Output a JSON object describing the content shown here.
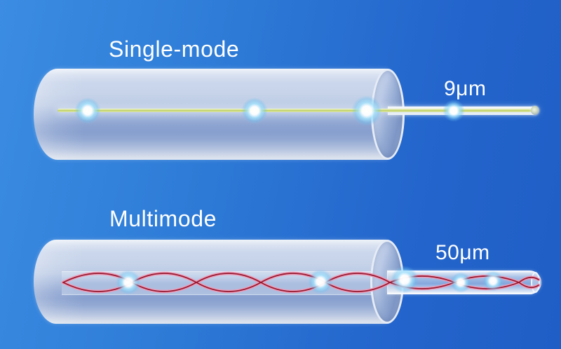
{
  "diagram": {
    "background_colors": {
      "left": "#3b8ce2",
      "right": "#1f5ec5"
    },
    "cladding_color": "#b8c8e3",
    "fibers": [
      {
        "id": "single-mode",
        "label": "Single-mode",
        "core_diameter_label": "9μm",
        "core_color": "#c3d66e"
      },
      {
        "id": "multimode",
        "label": "Multimode",
        "core_diameter_label": "50μm",
        "core_color": "#a81c3c"
      }
    ]
  }
}
